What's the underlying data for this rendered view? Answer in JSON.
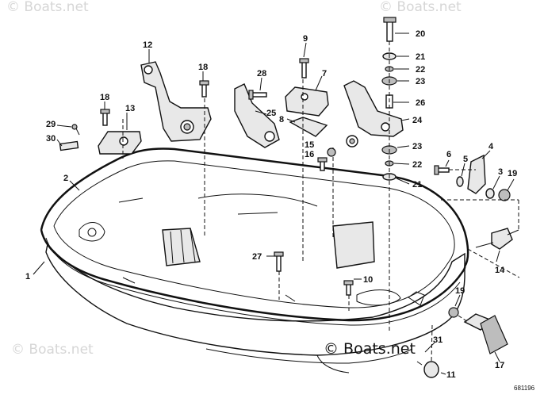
{
  "watermarks": {
    "top_left": "© Boats.net",
    "top_right": "© Boats.net",
    "bottom_left": "© Boats.net",
    "main": "© Boats.net"
  },
  "drawing_number": "681196",
  "callouts": {
    "c1": "1",
    "c2": "2",
    "c3": "3",
    "c4": "4",
    "c5": "5",
    "c6": "6",
    "c7": "7",
    "c8": "8",
    "c9": "9",
    "c10": "10",
    "c11": "11",
    "c12": "12",
    "c13": "13",
    "c14": "14",
    "c15": "15",
    "c16": "16",
    "c17": "17",
    "c18a": "18",
    "c18b": "18",
    "c19a": "19",
    "c19b": "19",
    "c20": "20",
    "c21a": "21",
    "c21b": "21",
    "c22a": "22",
    "c22b": "22",
    "c23a": "23",
    "c23b": "23",
    "c24": "24",
    "c25": "25",
    "c26": "26",
    "c27": "27",
    "c28": "28",
    "c29": "29",
    "c30": "30",
    "c31": "31"
  }
}
